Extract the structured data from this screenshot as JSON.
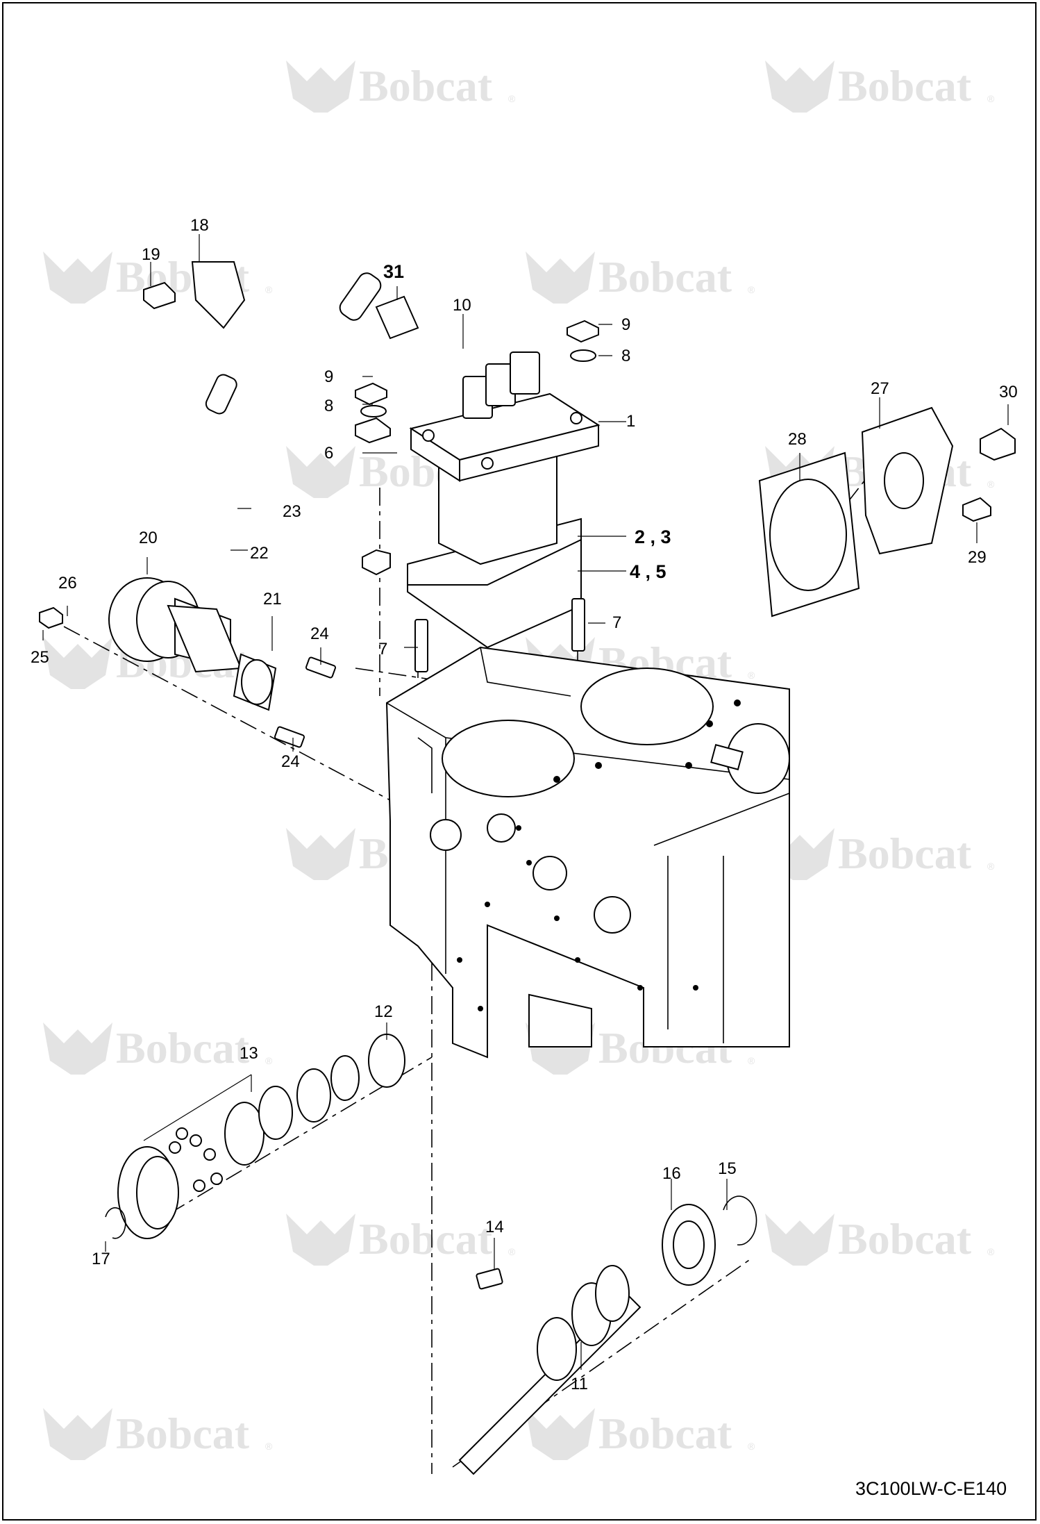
{
  "watermark": {
    "brand": "Bobcat",
    "reg": "®"
  },
  "figure_ref": "3C100LW-C-E140",
  "callouts": {
    "c1": "1",
    "c2_3": "2 , 3",
    "c4_5": "4 , 5",
    "c6": "6",
    "c7a": "7",
    "c7b": "7",
    "c8a": "8",
    "c8b": "8",
    "c9a": "9",
    "c9b": "9",
    "c10": "10",
    "c11": "11",
    "c12": "12",
    "c13": "13",
    "c14": "14",
    "c15": "15",
    "c16": "16",
    "c17": "17",
    "c18": "18",
    "c19": "19",
    "c20": "20",
    "c21": "21",
    "c22": "22",
    "c23": "23",
    "c24a": "24",
    "c24b": "24",
    "c25": "25",
    "c26": "26",
    "c27": "27",
    "c28": "28",
    "c29": "29",
    "c30": "30",
    "c31": "31"
  }
}
